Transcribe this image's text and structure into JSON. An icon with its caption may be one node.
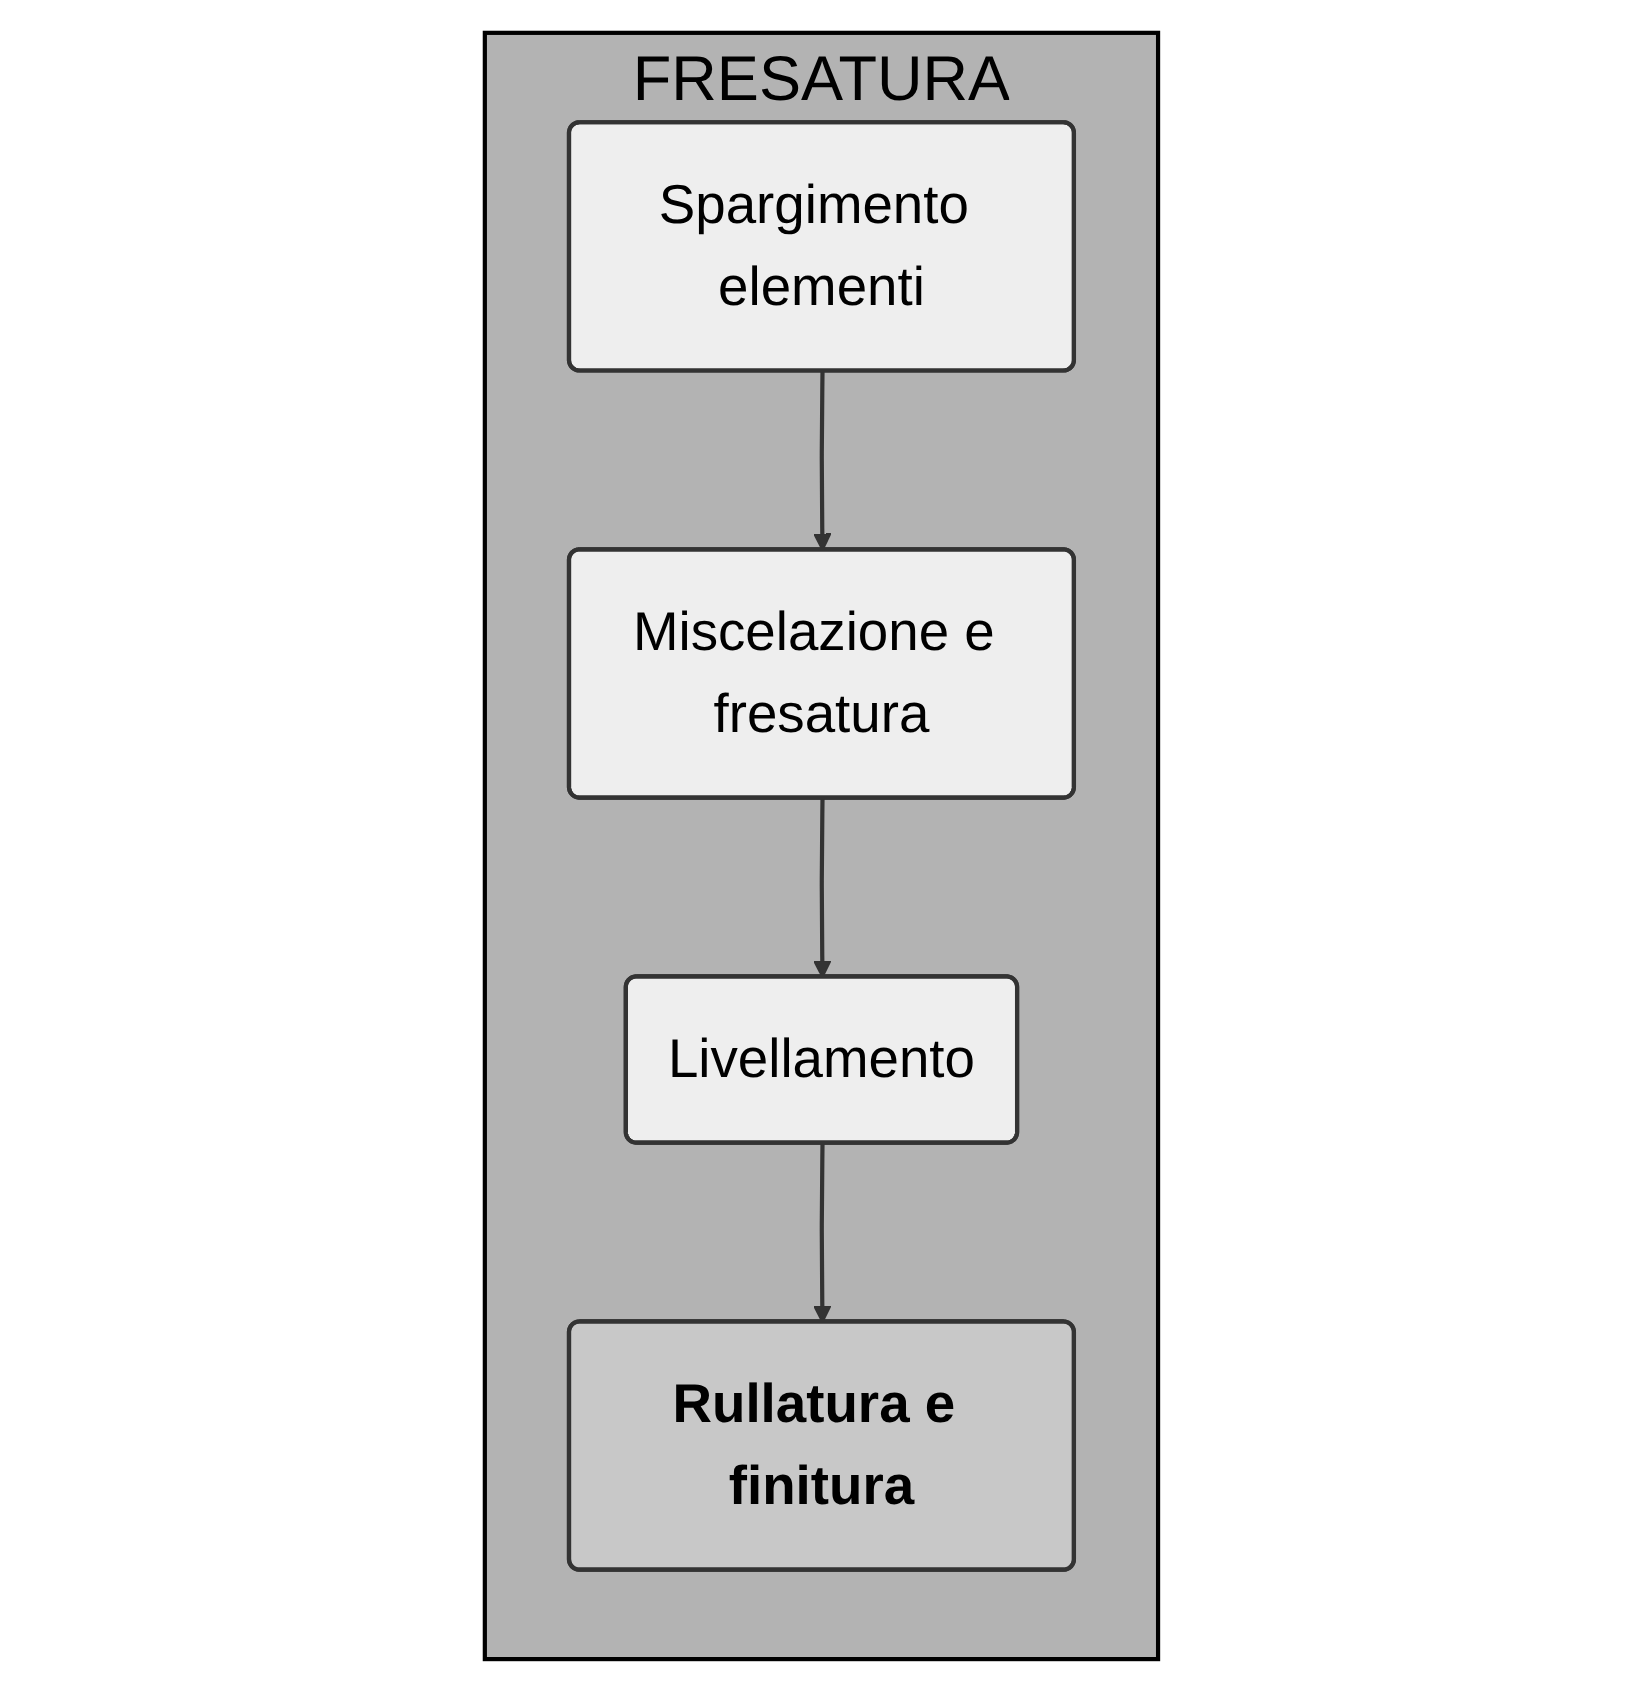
{
  "diagram": {
    "nodes": [
      {
        "text": [
          "FRESATURA"
        ]
      },
      {
        "text": [
          "Spargimento elementi"
        ],
        "in": 0
      },
      {
        "text": [
          "Miscelazione e fresatura"
        ],
        "in": 0
      },
      {
        "text": [
          "Livellamento"
        ],
        "in": 0
      },
      {
        "text": [
          "Rullatura e finitura"
        ],
        "in": 0
      }
    ],
    "edges": [
      {
        "from": 1,
        "to": 2,
        "arrow": "to"
      },
      {
        "from": 2,
        "to": 3,
        "arrow": "to"
      },
      {
        "from": 3,
        "to": 4,
        "arrow": "to"
      }
    ]
  }
}
